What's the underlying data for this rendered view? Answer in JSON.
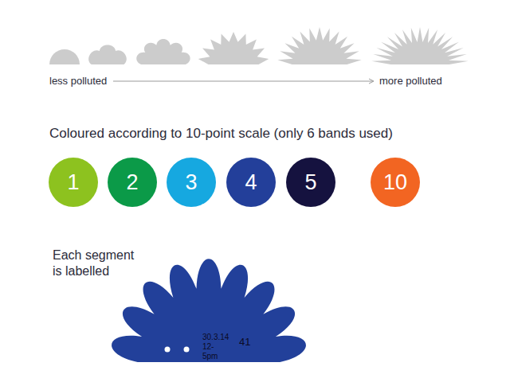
{
  "diagram": {
    "nodes": [
      {
        "text": [
          "1"
        ]
      },
      {
        "text": [
          "2"
        ]
      },
      {
        "text": [
          "3"
        ]
      },
      {
        "text": [
          "4"
        ]
      },
      {
        "text": [
          "5"
        ]
      },
      {
        "text": [
          "10"
        ]
      },
      {
        "text": [
          "30.3.14 12-5pm",
          "41"
        ]
      }
    ],
    "labels": [
      "less polluted",
      "more polluted",
      "Coloured according to 10-point scale (only 6 bands used)",
      "Each segment is labelled"
    ]
  }
}
